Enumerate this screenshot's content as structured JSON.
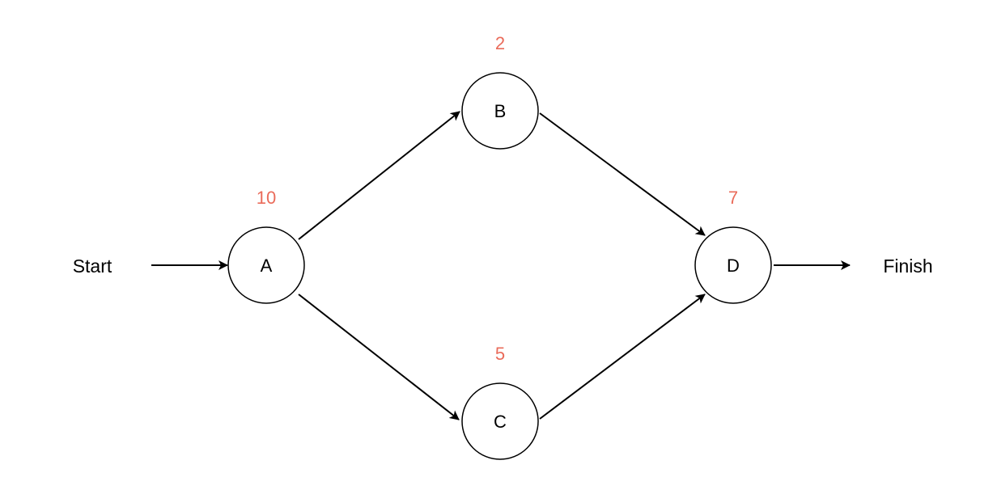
{
  "colors": {
    "duration": "#ea6b5a",
    "stroke": "#000000",
    "background": "#ffffff"
  },
  "terminals": {
    "start": "Start",
    "finish": "Finish"
  },
  "nodes": {
    "a": {
      "label": "A",
      "duration": "10"
    },
    "b": {
      "label": "B",
      "duration": "2"
    },
    "c": {
      "label": "C",
      "duration": "5"
    },
    "d": {
      "label": "D",
      "duration": "7"
    }
  },
  "edges": [
    {
      "from": "Start",
      "to": "A"
    },
    {
      "from": "A",
      "to": "B"
    },
    {
      "from": "A",
      "to": "C"
    },
    {
      "from": "B",
      "to": "D"
    },
    {
      "from": "C",
      "to": "D"
    },
    {
      "from": "D",
      "to": "Finish"
    }
  ]
}
